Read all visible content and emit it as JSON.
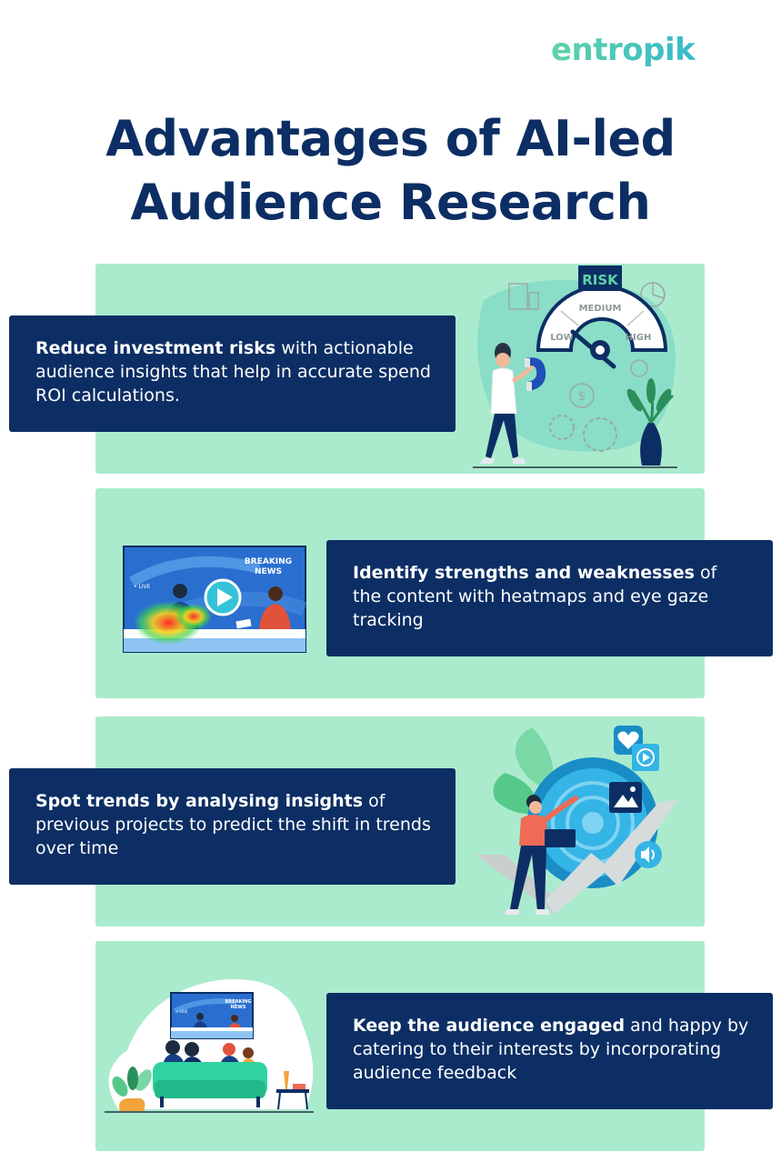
{
  "brand": {
    "logo": "entropik"
  },
  "title": {
    "line1": "Advantages of AI-led",
    "line2": "Audience Research"
  },
  "sections": [
    {
      "bold": "Reduce investment risks",
      "rest": " with actionable audience insights that help in accurate spend ROI calculations."
    },
    {
      "bold": "Identify strengths and weaknesses",
      "rest": " of the content with heatmaps and eye gaze tracking"
    },
    {
      "bold": "Spot trends by analysing insights",
      "rest": " of previous projects to predict the shift in trends over time"
    },
    {
      "bold": "Keep the audience engaged",
      "rest": " and happy by catering to their interests by incorporating audience feedback"
    }
  ],
  "illustrations": {
    "risk_gauge": {
      "title": "RISK",
      "low": "LOW",
      "medium": "MEDIUM",
      "high": "HIGH"
    },
    "news_screen": {
      "headline1": "BREAKING",
      "headline2": "NEWS",
      "live": "• LIVE"
    },
    "tv_screen": {
      "headline1": "BREAKING",
      "headline2": "NEWS",
      "live": "• LIVE"
    }
  },
  "colors": {
    "navy": "#0c2e64",
    "mint": "#aaebcd",
    "accent_teal": "#34b7d1",
    "accent_green": "#5fd3a6"
  }
}
